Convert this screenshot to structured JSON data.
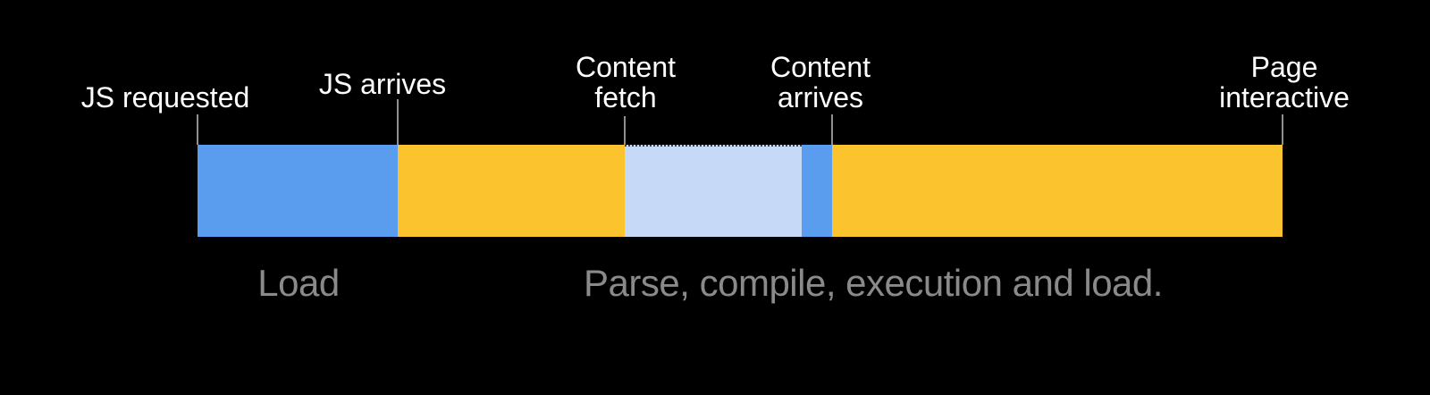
{
  "colors": {
    "background": "#000000",
    "blue": "#5A9CEE",
    "yellow": "#FBC32D",
    "light_blue": "#C6D9F7",
    "tick": "#8F8F8F",
    "label_text": "#FFFFFF",
    "phase_text": "#8A8A8A"
  },
  "milestones": [
    {
      "label": "JS requested"
    },
    {
      "label": "JS arrives"
    },
    {
      "line1": "Content",
      "line2": "fetch"
    },
    {
      "line1": "Content",
      "line2": "arrives"
    },
    {
      "line1": "Page",
      "line2": "interactive"
    }
  ],
  "segments": [
    {
      "name": "js-requested-to-js-arrives",
      "color": "blue"
    },
    {
      "name": "js-arrives-to-content-fetch",
      "color": "yellow"
    },
    {
      "name": "content-fetch-to-content-arrives",
      "color": "light_blue",
      "dotted_top": true
    },
    {
      "name": "content-arrives",
      "color": "blue"
    },
    {
      "name": "content-arrives-to-page-interactive",
      "color": "yellow"
    }
  ],
  "phases": [
    {
      "label": "Load"
    },
    {
      "label": "Parse, compile, execution and load."
    }
  ]
}
